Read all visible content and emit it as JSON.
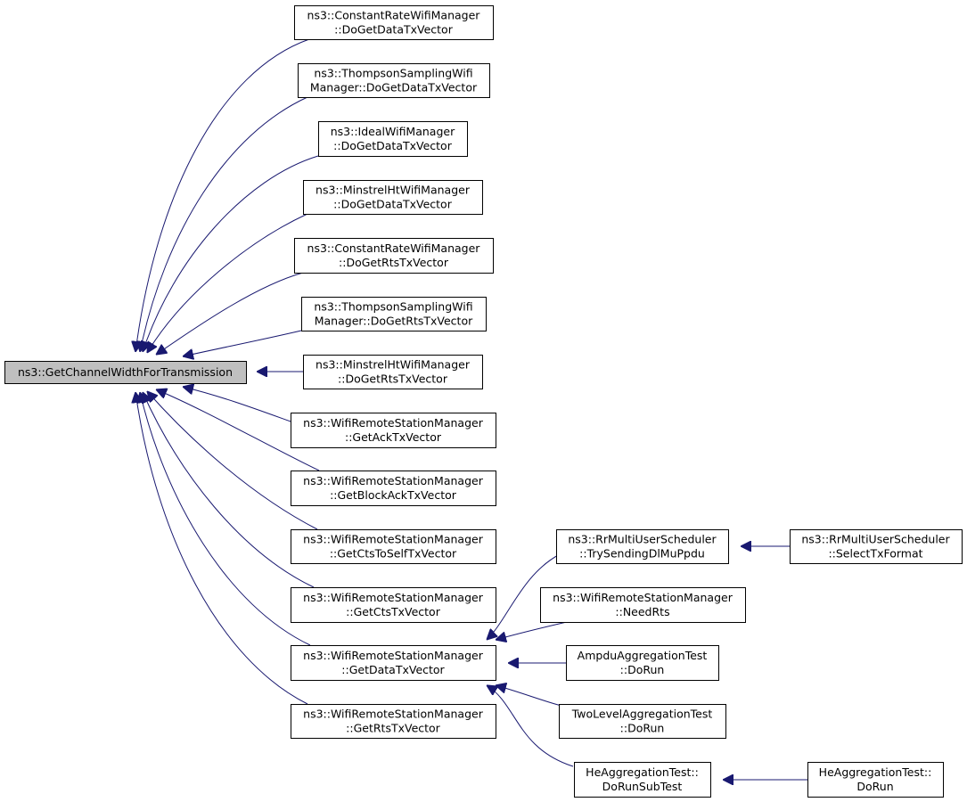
{
  "colors": {
    "edge": "#191970",
    "node_border": "#000000",
    "node_fill": "#ffffff",
    "root_fill": "#bfbfbf",
    "text": "#000000"
  },
  "nodes": {
    "root": {
      "lines": [
        "ns3::GetChannelWidthForTransmission"
      ],
      "highlight": true
    },
    "constantrate_data": {
      "lines": [
        "ns3::ConstantRateWifiManager",
        "::DoGetDataTxVector"
      ]
    },
    "thompson_data": {
      "lines": [
        "ns3::ThompsonSamplingWifi",
        "Manager::DoGetDataTxVector"
      ]
    },
    "ideal_data": {
      "lines": [
        "ns3::IdealWifiManager",
        "::DoGetDataTxVector"
      ]
    },
    "minstrel_data": {
      "lines": [
        "ns3::MinstrelHtWifiManager",
        "::DoGetDataTxVector"
      ]
    },
    "constantrate_rts": {
      "lines": [
        "ns3::ConstantRateWifiManager",
        "::DoGetRtsTxVector"
      ]
    },
    "thompson_rts": {
      "lines": [
        "ns3::ThompsonSamplingWifi",
        "Manager::DoGetRtsTxVector"
      ]
    },
    "minstrel_rts": {
      "lines": [
        "ns3::MinstrelHtWifiManager",
        "::DoGetRtsTxVector"
      ]
    },
    "wrsm_ack": {
      "lines": [
        "ns3::WifiRemoteStationManager",
        "::GetAckTxVector"
      ]
    },
    "wrsm_blockack": {
      "lines": [
        "ns3::WifiRemoteStationManager",
        "::GetBlockAckTxVector"
      ]
    },
    "wrsm_ctstoself": {
      "lines": [
        "ns3::WifiRemoteStationManager",
        "::GetCtsToSelfTxVector"
      ]
    },
    "wrsm_cts": {
      "lines": [
        "ns3::WifiRemoteStationManager",
        "::GetCtsTxVector"
      ]
    },
    "wrsm_data": {
      "lines": [
        "ns3::WifiRemoteStationManager",
        "::GetDataTxVector"
      ]
    },
    "wrsm_rts": {
      "lines": [
        "ns3::WifiRemoteStationManager",
        "::GetRtsTxVector"
      ]
    },
    "rr_trysending": {
      "lines": [
        "ns3::RrMultiUserScheduler",
        "::TrySendingDlMuPpdu"
      ]
    },
    "rr_selecttx": {
      "lines": [
        "ns3::RrMultiUserScheduler",
        "::SelectTxFormat"
      ]
    },
    "wrsm_needrts": {
      "lines": [
        "ns3::WifiRemoteStationManager",
        "::NeedRts"
      ]
    },
    "ampdu_dorun": {
      "lines": [
        "AmpduAggregationTest",
        "::DoRun"
      ]
    },
    "twolevel_dorun": {
      "lines": [
        "TwoLevelAggregationTest",
        "::DoRun"
      ]
    },
    "he_dorunsubtest": {
      "lines": [
        "HeAggregationTest::",
        "DoRunSubTest"
      ]
    },
    "he_dorun": {
      "lines": [
        "HeAggregationTest::",
        "DoRun"
      ]
    }
  },
  "edges": [
    {
      "from": "constantrate_data",
      "to": "root"
    },
    {
      "from": "thompson_data",
      "to": "root"
    },
    {
      "from": "ideal_data",
      "to": "root"
    },
    {
      "from": "minstrel_data",
      "to": "root"
    },
    {
      "from": "constantrate_rts",
      "to": "root"
    },
    {
      "from": "thompson_rts",
      "to": "root"
    },
    {
      "from": "minstrel_rts",
      "to": "root"
    },
    {
      "from": "wrsm_ack",
      "to": "root"
    },
    {
      "from": "wrsm_blockack",
      "to": "root"
    },
    {
      "from": "wrsm_ctstoself",
      "to": "root"
    },
    {
      "from": "wrsm_cts",
      "to": "root"
    },
    {
      "from": "wrsm_data",
      "to": "root"
    },
    {
      "from": "wrsm_rts",
      "to": "root"
    },
    {
      "from": "rr_trysending",
      "to": "wrsm_data"
    },
    {
      "from": "wrsm_needrts",
      "to": "wrsm_data"
    },
    {
      "from": "ampdu_dorun",
      "to": "wrsm_data"
    },
    {
      "from": "twolevel_dorun",
      "to": "wrsm_data"
    },
    {
      "from": "he_dorunsubtest",
      "to": "wrsm_data"
    },
    {
      "from": "rr_selecttx",
      "to": "rr_trysending"
    },
    {
      "from": "he_dorun",
      "to": "he_dorunsubtest"
    }
  ]
}
